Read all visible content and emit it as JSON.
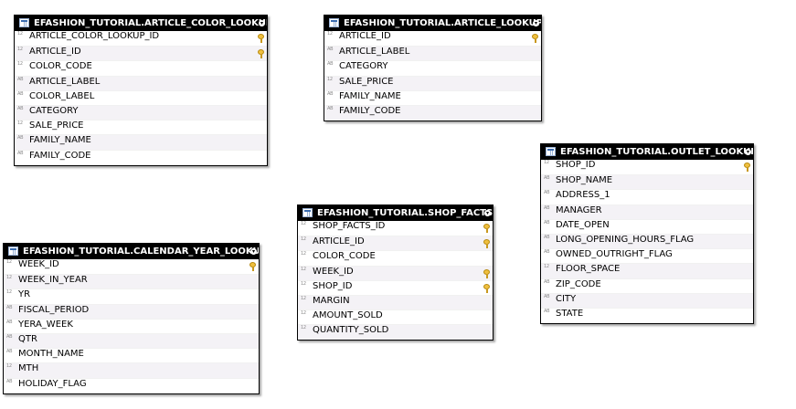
{
  "tables": [
    {
      "id": "article_color_lookup",
      "title": "EFASHION_TUTORIAL.ARTICLE_COLOR_LOOKUP",
      "columns": [
        {
          "type": "12",
          "name": "ARTICLE_COLOR_LOOKUP_ID",
          "key": true
        },
        {
          "type": "12",
          "name": "ARTICLE_ID",
          "key": true
        },
        {
          "type": "12",
          "name": "COLOR_CODE",
          "key": false
        },
        {
          "type": "AB",
          "name": "ARTICLE_LABEL",
          "key": false
        },
        {
          "type": "AB",
          "name": "COLOR_LABEL",
          "key": false
        },
        {
          "type": "AB",
          "name": "CATEGORY",
          "key": false
        },
        {
          "type": "12",
          "name": "SALE_PRICE",
          "key": false
        },
        {
          "type": "AB",
          "name": "FAMILY_NAME",
          "key": false
        },
        {
          "type": "AB",
          "name": "FAMILY_CODE",
          "key": false
        }
      ]
    },
    {
      "id": "article_lookup",
      "title": "EFASHION_TUTORIAL.ARTICLE_LOOKUP",
      "columns": [
        {
          "type": "12",
          "name": "ARTICLE_ID",
          "key": true
        },
        {
          "type": "AB",
          "name": "ARTICLE_LABEL",
          "key": false
        },
        {
          "type": "AB",
          "name": "CATEGORY",
          "key": false
        },
        {
          "type": "12",
          "name": "SALE_PRICE",
          "key": false
        },
        {
          "type": "AB",
          "name": "FAMILY_NAME",
          "key": false
        },
        {
          "type": "AB",
          "name": "FAMILY_CODE",
          "key": false
        }
      ]
    },
    {
      "id": "outlet_lookup",
      "title": "EFASHION_TUTORIAL.OUTLET_LOOKUP",
      "columns": [
        {
          "type": "12",
          "name": "SHOP_ID",
          "key": true
        },
        {
          "type": "AB",
          "name": "SHOP_NAME",
          "key": false
        },
        {
          "type": "AB",
          "name": "ADDRESS_1",
          "key": false
        },
        {
          "type": "AB",
          "name": "MANAGER",
          "key": false
        },
        {
          "type": "AB",
          "name": "DATE_OPEN",
          "key": false
        },
        {
          "type": "AB",
          "name": "LONG_OPENING_HOURS_FLAG",
          "key": false
        },
        {
          "type": "AB",
          "name": "OWNED_OUTRIGHT_FLAG",
          "key": false
        },
        {
          "type": "12",
          "name": "FLOOR_SPACE",
          "key": false
        },
        {
          "type": "AB",
          "name": "ZIP_CODE",
          "key": false
        },
        {
          "type": "AB",
          "name": "CITY",
          "key": false
        },
        {
          "type": "AB",
          "name": "STATE",
          "key": false
        }
      ]
    },
    {
      "id": "shop_facts",
      "title": "EFASHION_TUTORIAL.SHOP_FACTS",
      "columns": [
        {
          "type": "12",
          "name": "SHOP_FACTS_ID",
          "key": true
        },
        {
          "type": "12",
          "name": "ARTICLE_ID",
          "key": true
        },
        {
          "type": "12",
          "name": "COLOR_CODE",
          "key": false
        },
        {
          "type": "12",
          "name": "WEEK_ID",
          "key": true
        },
        {
          "type": "12",
          "name": "SHOP_ID",
          "key": true
        },
        {
          "type": "12",
          "name": "MARGIN",
          "key": false
        },
        {
          "type": "12",
          "name": "AMOUNT_SOLD",
          "key": false
        },
        {
          "type": "12",
          "name": "QUANTITY_SOLD",
          "key": false
        }
      ]
    },
    {
      "id": "calendar_year_lookup",
      "title": "EFASHION_TUTORIAL.CALENDAR_YEAR_LOOKUP",
      "columns": [
        {
          "type": "12",
          "name": "WEEK_ID",
          "key": true
        },
        {
          "type": "12",
          "name": "WEEK_IN_YEAR",
          "key": false
        },
        {
          "type": "12",
          "name": "YR",
          "key": false
        },
        {
          "type": "AB",
          "name": "FISCAL_PERIOD",
          "key": false
        },
        {
          "type": "AB",
          "name": "YERA_WEEK",
          "key": false
        },
        {
          "type": "AB",
          "name": "QTR",
          "key": false
        },
        {
          "type": "AB",
          "name": "MONTH_NAME",
          "key": false
        },
        {
          "type": "12",
          "name": "MTH",
          "key": false
        },
        {
          "type": "AB",
          "name": "HOLIDAY_FLAG",
          "key": false
        }
      ]
    }
  ]
}
